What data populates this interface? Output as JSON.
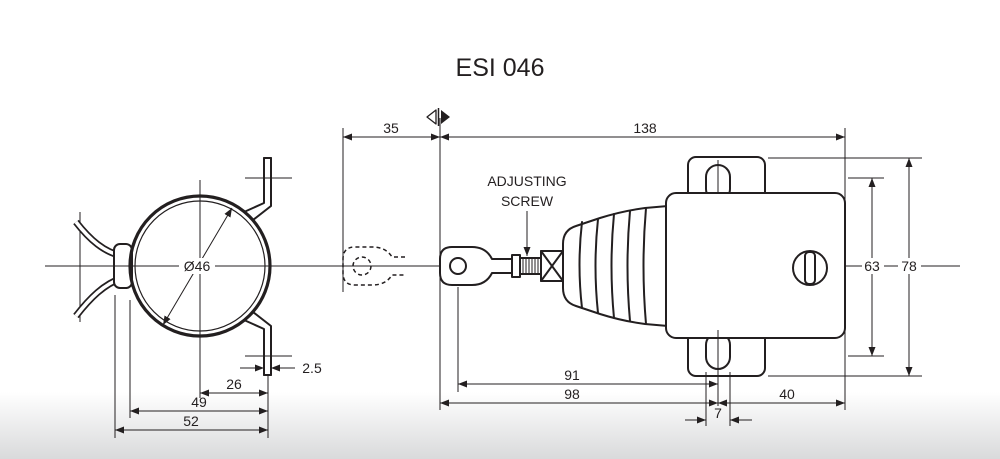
{
  "title": "ESI 046",
  "dimensions": {
    "d35": "35",
    "d138": "138",
    "d46": "Ø46",
    "d2_5": "2.5",
    "d26": "26",
    "d49": "49",
    "d52": "52",
    "d91": "91",
    "d98": "98",
    "d7": "7",
    "d40": "40",
    "d63": "63",
    "d78": "78"
  },
  "callouts": {
    "adjusting_line1": "ADJUSTING",
    "adjusting_line2": "SCREW"
  },
  "colors": {
    "line": "#231f20",
    "background": "#ffffff",
    "footer_gradient": "#d9dadb"
  }
}
